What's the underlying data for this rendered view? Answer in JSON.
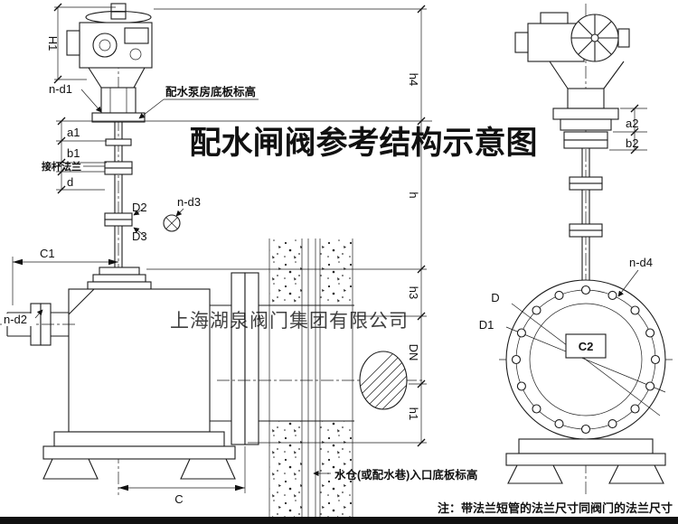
{
  "title": "配水闸阀参考结构示意图",
  "watermark": "上海湖泉阀门集团有限公司",
  "note": "注：带法兰短管的法兰尺寸同阀门的法兰尺寸",
  "callouts": {
    "pump_floor": "配水泵房底板标高",
    "rod_flange": "接杆法兰",
    "sump_floor": "水仓(或配水巷)入口底板标高"
  },
  "dims": {
    "H1": "H1",
    "n_d1": "n-d1",
    "a1": "a1",
    "b1": "b1",
    "d": "d",
    "D2": "D2",
    "n_d3": "n-d3",
    "D3": "D3",
    "C1": "C1",
    "n_d2": "n-d2",
    "C": "C",
    "h4": "h4",
    "h": "h",
    "h3": "h3",
    "DN": "DN",
    "h1": "h1",
    "a2": "a2",
    "b2": "b2",
    "n_d4": "n-d4",
    "D": "D",
    "D1": "D1",
    "C2": "C2"
  },
  "colors": {
    "title": "#ee1111",
    "watermark": "#9aa0a6",
    "line": "#1c1c1c"
  }
}
